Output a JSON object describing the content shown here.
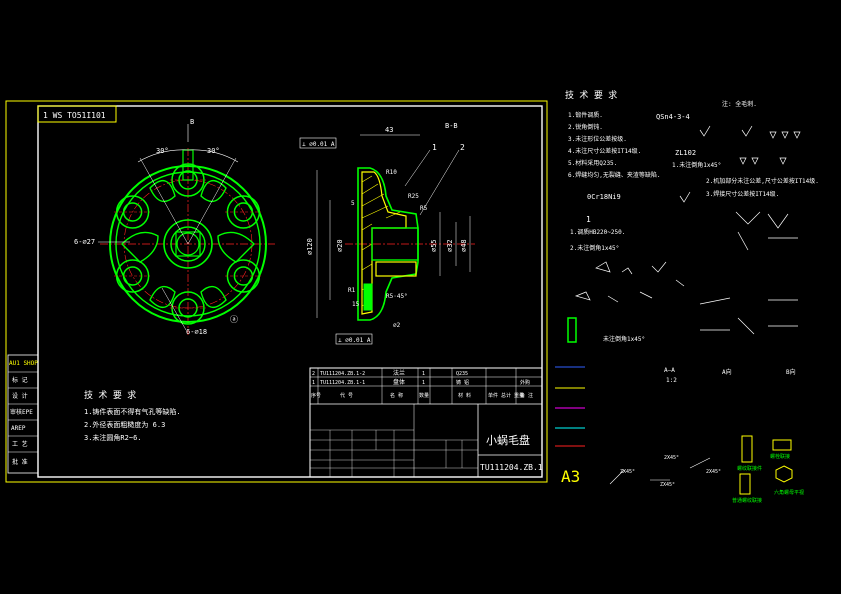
{
  "drawing": {
    "code_box": "1 WS TO51I101",
    "title": "小蜗毛盘",
    "drawing_no": "TU111204.ZB.1",
    "sheet_size": "A3",
    "section_label": "B-B"
  },
  "part_view": {
    "angle_left": "30°",
    "angle_right": "30°",
    "holes_label": "6-⌀27",
    "bolt_holes_label": "6-⌀18",
    "view_mark": "B"
  },
  "section_view": {
    "dim_top": "43",
    "tolerance_top": "⊥ ⌀0.01 A",
    "balloon_1": "1",
    "balloon_2": "2",
    "dim_r10": "R10",
    "dim_r25": "R25",
    "dim_r5": "R5",
    "dim_r1": "R1",
    "dim_5": "5",
    "dim_15": "15",
    "dim_d120": "⌀120",
    "dim_d20": "⌀20",
    "dim_d55": "⌀55",
    "dim_d32": "⌀32",
    "dim_d48": "⌀48",
    "dim_d2": "⌀2",
    "dim_r5_45": "R5·45°",
    "tolerance_bottom": "⊥ ⌀0.01 A"
  },
  "tech_left": {
    "heading": "技 术 要 求",
    "items": [
      "1.铸件表面不得有气孔等缺陷.",
      "2.外径表面粗糙度为 6.3",
      "3.未注圆角R2~6."
    ]
  },
  "side_labels": [
    "AU1 SHOP",
    "标 记",
    "设 计",
    "审核EPE",
    "AREP",
    "工 艺",
    "批 准"
  ],
  "bom_rows": [
    [
      "2",
      "TU111204.ZB.1-2",
      "法兰",
      "1",
      "Q235",
      ""
    ],
    [
      "1",
      "TU111204.ZB.1-1",
      "盘体",
      "1",
      "铸 铝",
      "外购"
    ]
  ],
  "bom_header": [
    "序号",
    "代 号",
    "名 称",
    "数量",
    "材 料",
    "单件 总计 重量",
    "备 注"
  ],
  "tech_right": {
    "heading": "技 术 要 求",
    "items": [
      "1.锻件调质.",
      "2.锐角倒钝.",
      "3.未注形位公差按级.",
      "4.未注尺寸公差按IT14级.",
      "5.材料采用Q235.",
      "6.焊缝均匀,无裂缝、夹渣等缺陷."
    ],
    "material_note": "注: 全毛刺.",
    "mat1": "QSn4-3-4",
    "mat2": "ZL102",
    "mat3": "0Cr18Ni9",
    "note_a": "1.未注倒角1x45°",
    "note_b": "2.机加部分未注公差,尺寸公差按IT14级.",
    "note_c": "3.焊接尺寸公差按IT14级.",
    "note_d": "1.调质HB220~250.",
    "note_e": "2.未注倒角1x45°",
    "note_f": "未注倒角1x45°",
    "scale": "1:2",
    "view_a": "A向",
    "view_b": "B向",
    "view_aa": "A—A",
    "zx1": "ZX45°",
    "zx2": "2X45°",
    "zx3": "2X45°",
    "zx4": "ZX45°",
    "nut1": "螺纹联接件",
    "nut2": "螺栓联接",
    "nut3": "六角螺母平视",
    "nut4": "普通螺纹联接"
  }
}
